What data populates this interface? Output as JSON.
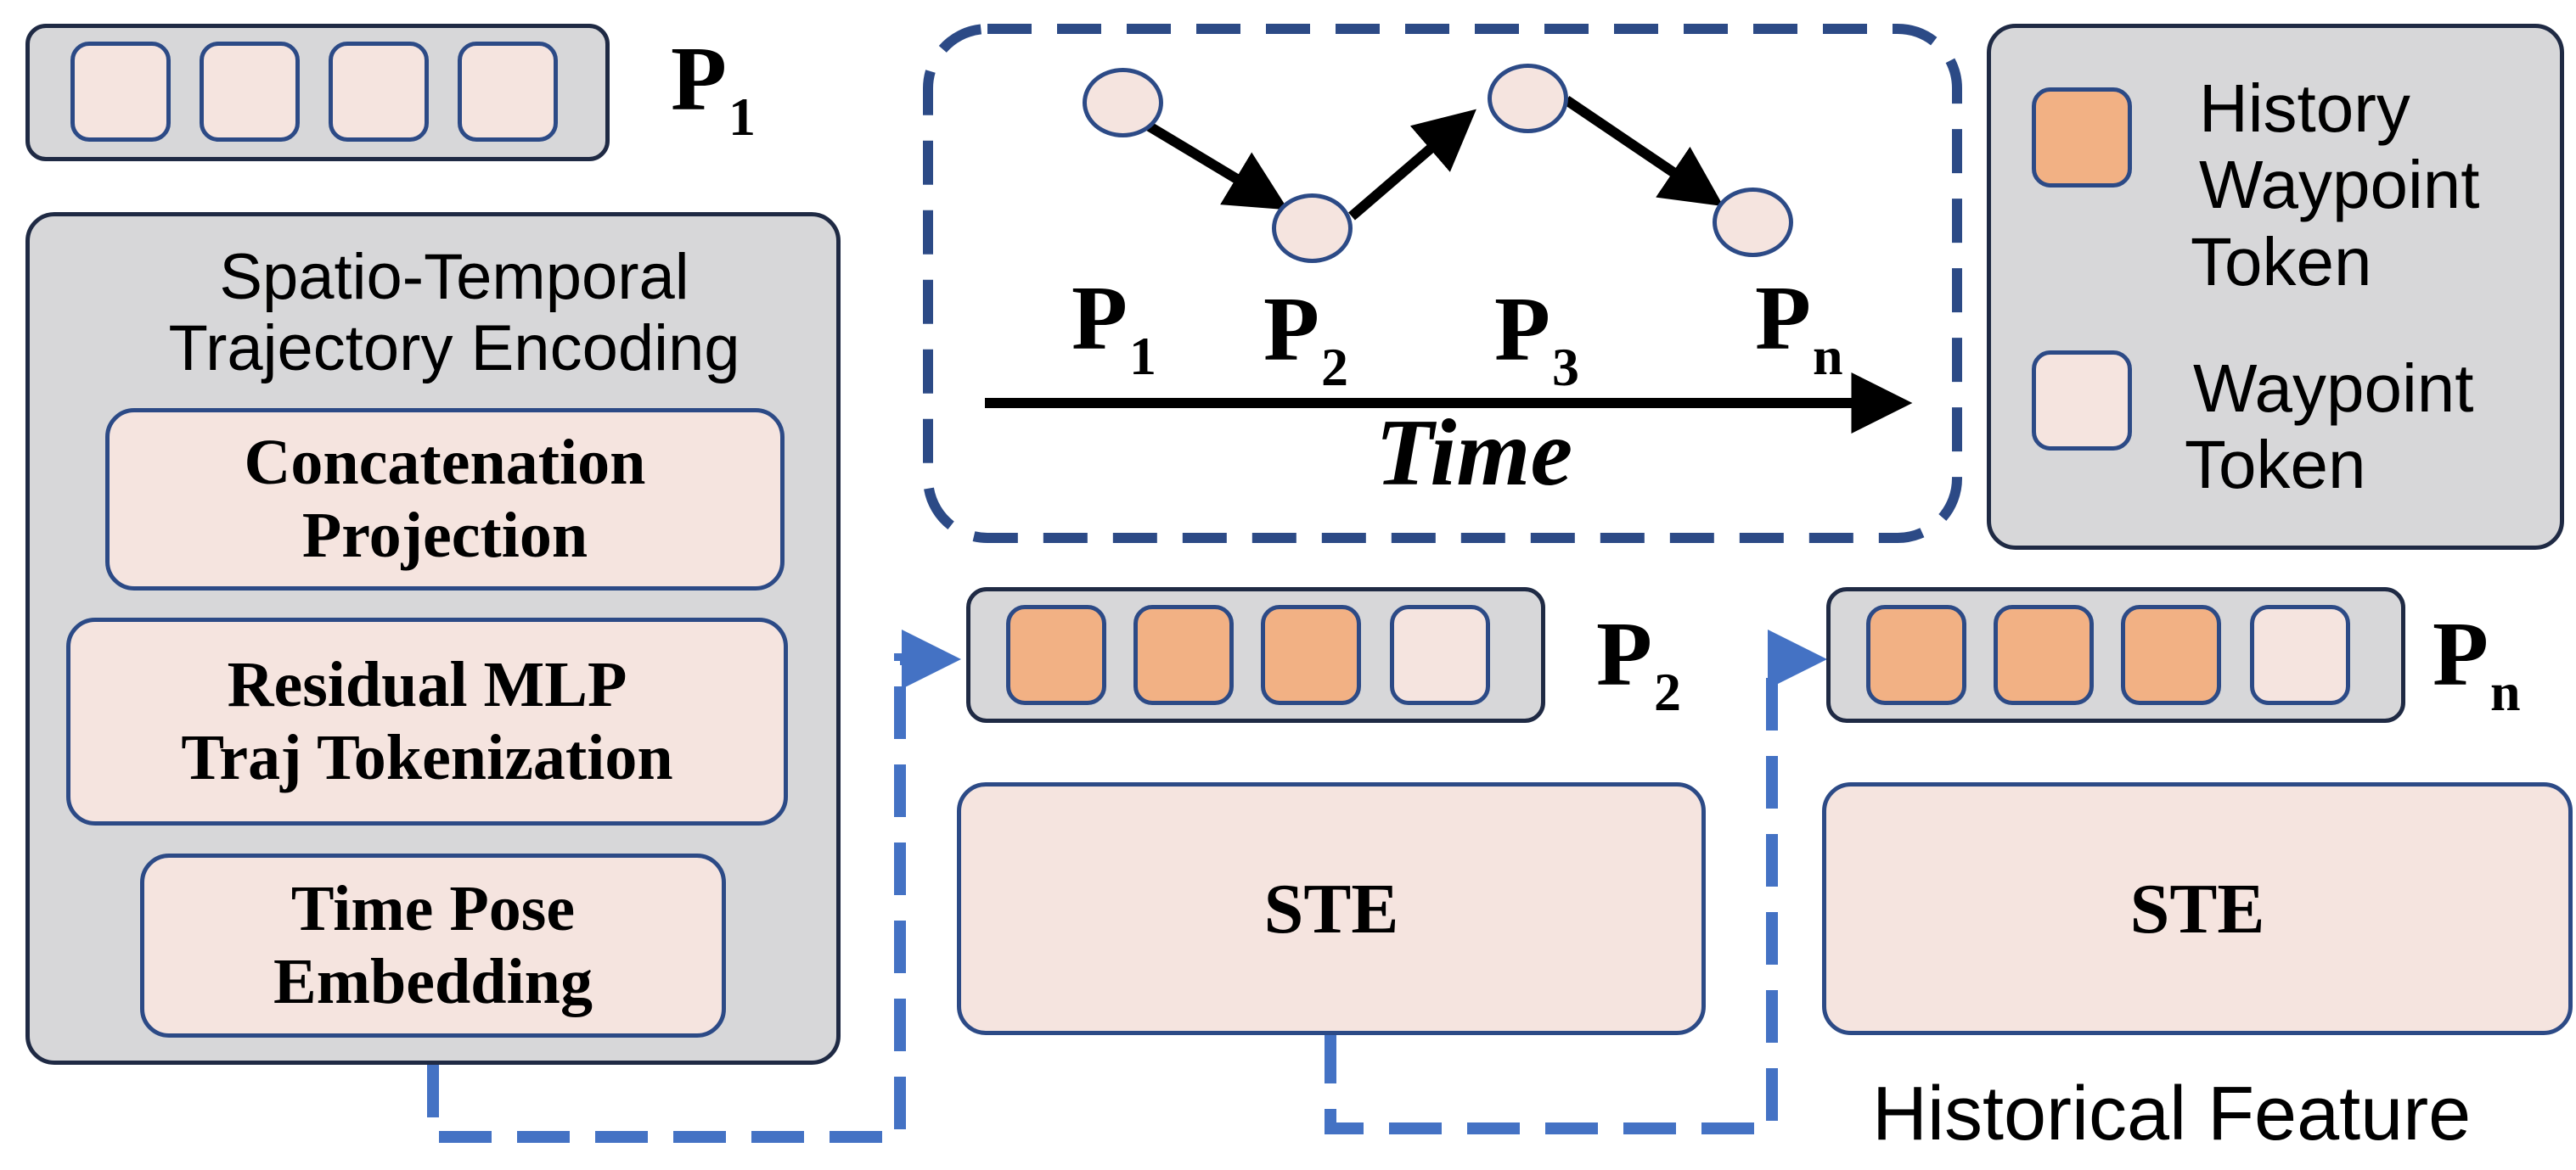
{
  "top_sequence": {
    "label_base": "P",
    "label_sub": "1"
  },
  "encoder": {
    "title_line1": "Spatio-Temporal",
    "title_line2": "Trajectory Encoding",
    "blocks": [
      {
        "line1": "Concatenation",
        "line2": "Projection"
      },
      {
        "line1": "Residual MLP",
        "line2": "Traj Tokenization"
      },
      {
        "line1": "Time Pose",
        "line2": "Embedding"
      }
    ]
  },
  "trajectory": {
    "points": [
      {
        "base": "P",
        "sub": "1"
      },
      {
        "base": "P",
        "sub": "2"
      },
      {
        "base": "P",
        "sub": "3"
      },
      {
        "base": "P",
        "sub": "n"
      }
    ],
    "axis_label": "Time"
  },
  "legend": {
    "history_line1": "History",
    "history_line2": "Waypoint",
    "history_line3": "Token",
    "waypoint_line1": "Waypoint",
    "waypoint_line2": "Token",
    "colors": {
      "history": "#f2b184",
      "waypoint": "#f5e4df"
    }
  },
  "middle_stage": {
    "label_base": "P",
    "label_sub": "2",
    "ste_label": "STE"
  },
  "right_stage": {
    "label_base": "P",
    "label_sub": "n",
    "ste_label": "STE"
  },
  "output_label": "Historical Feature"
}
